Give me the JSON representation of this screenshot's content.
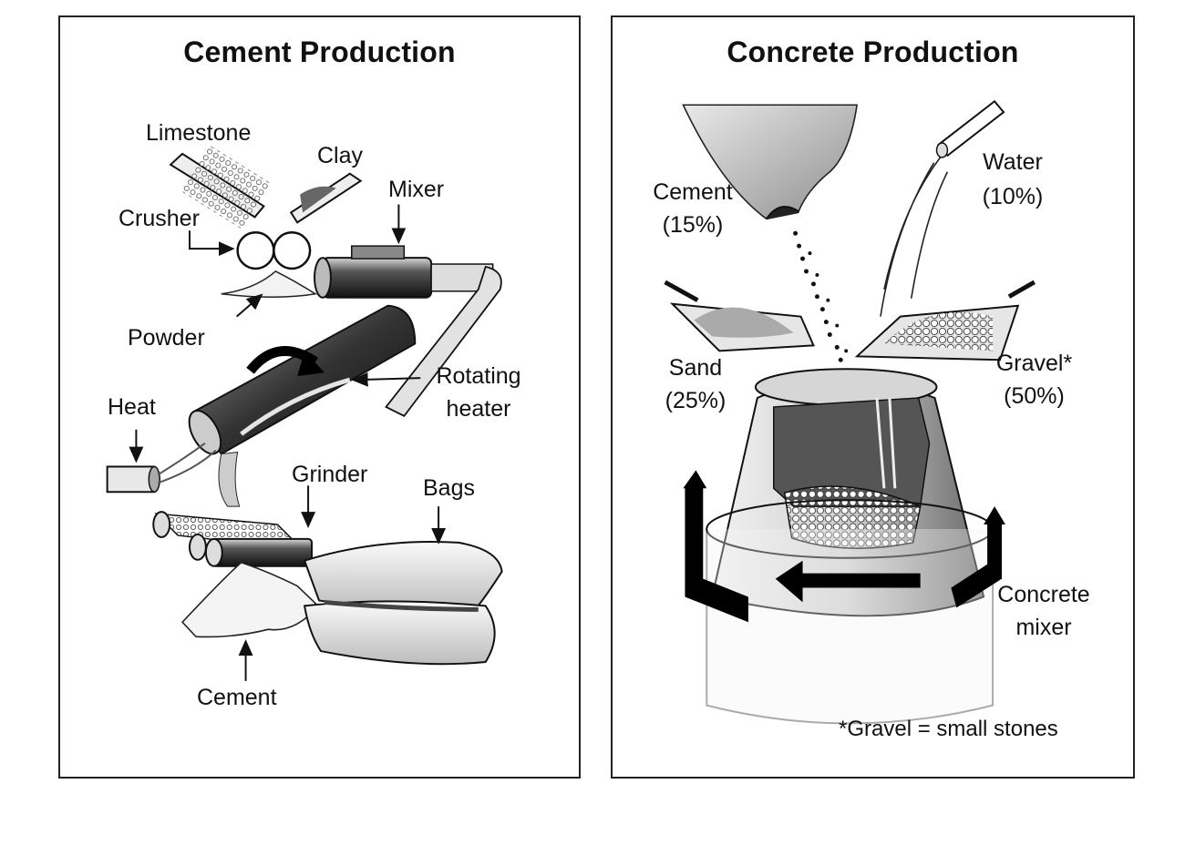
{
  "cement_panel": {
    "title": "Cement Production",
    "labels": {
      "limestone": "Limestone",
      "clay": "Clay",
      "mixer": "Mixer",
      "crusher": "Crusher",
      "powder": "Powder",
      "rotating_heater_1": "Rotating",
      "rotating_heater_2": "heater",
      "heat": "Heat",
      "grinder": "Grinder",
      "bags": "Bags",
      "cement": "Cement"
    }
  },
  "concrete_panel": {
    "title": "Concrete Production",
    "labels": {
      "cement": "Cement",
      "cement_pct": "(15%)",
      "water": "Water",
      "water_pct": "(10%)",
      "sand": "Sand",
      "sand_pct": "(25%)",
      "gravel": "Gravel*",
      "gravel_pct": "(50%)",
      "mixer_1": "Concrete",
      "mixer_2": "mixer"
    },
    "footnote": "*Gravel = small stones"
  }
}
